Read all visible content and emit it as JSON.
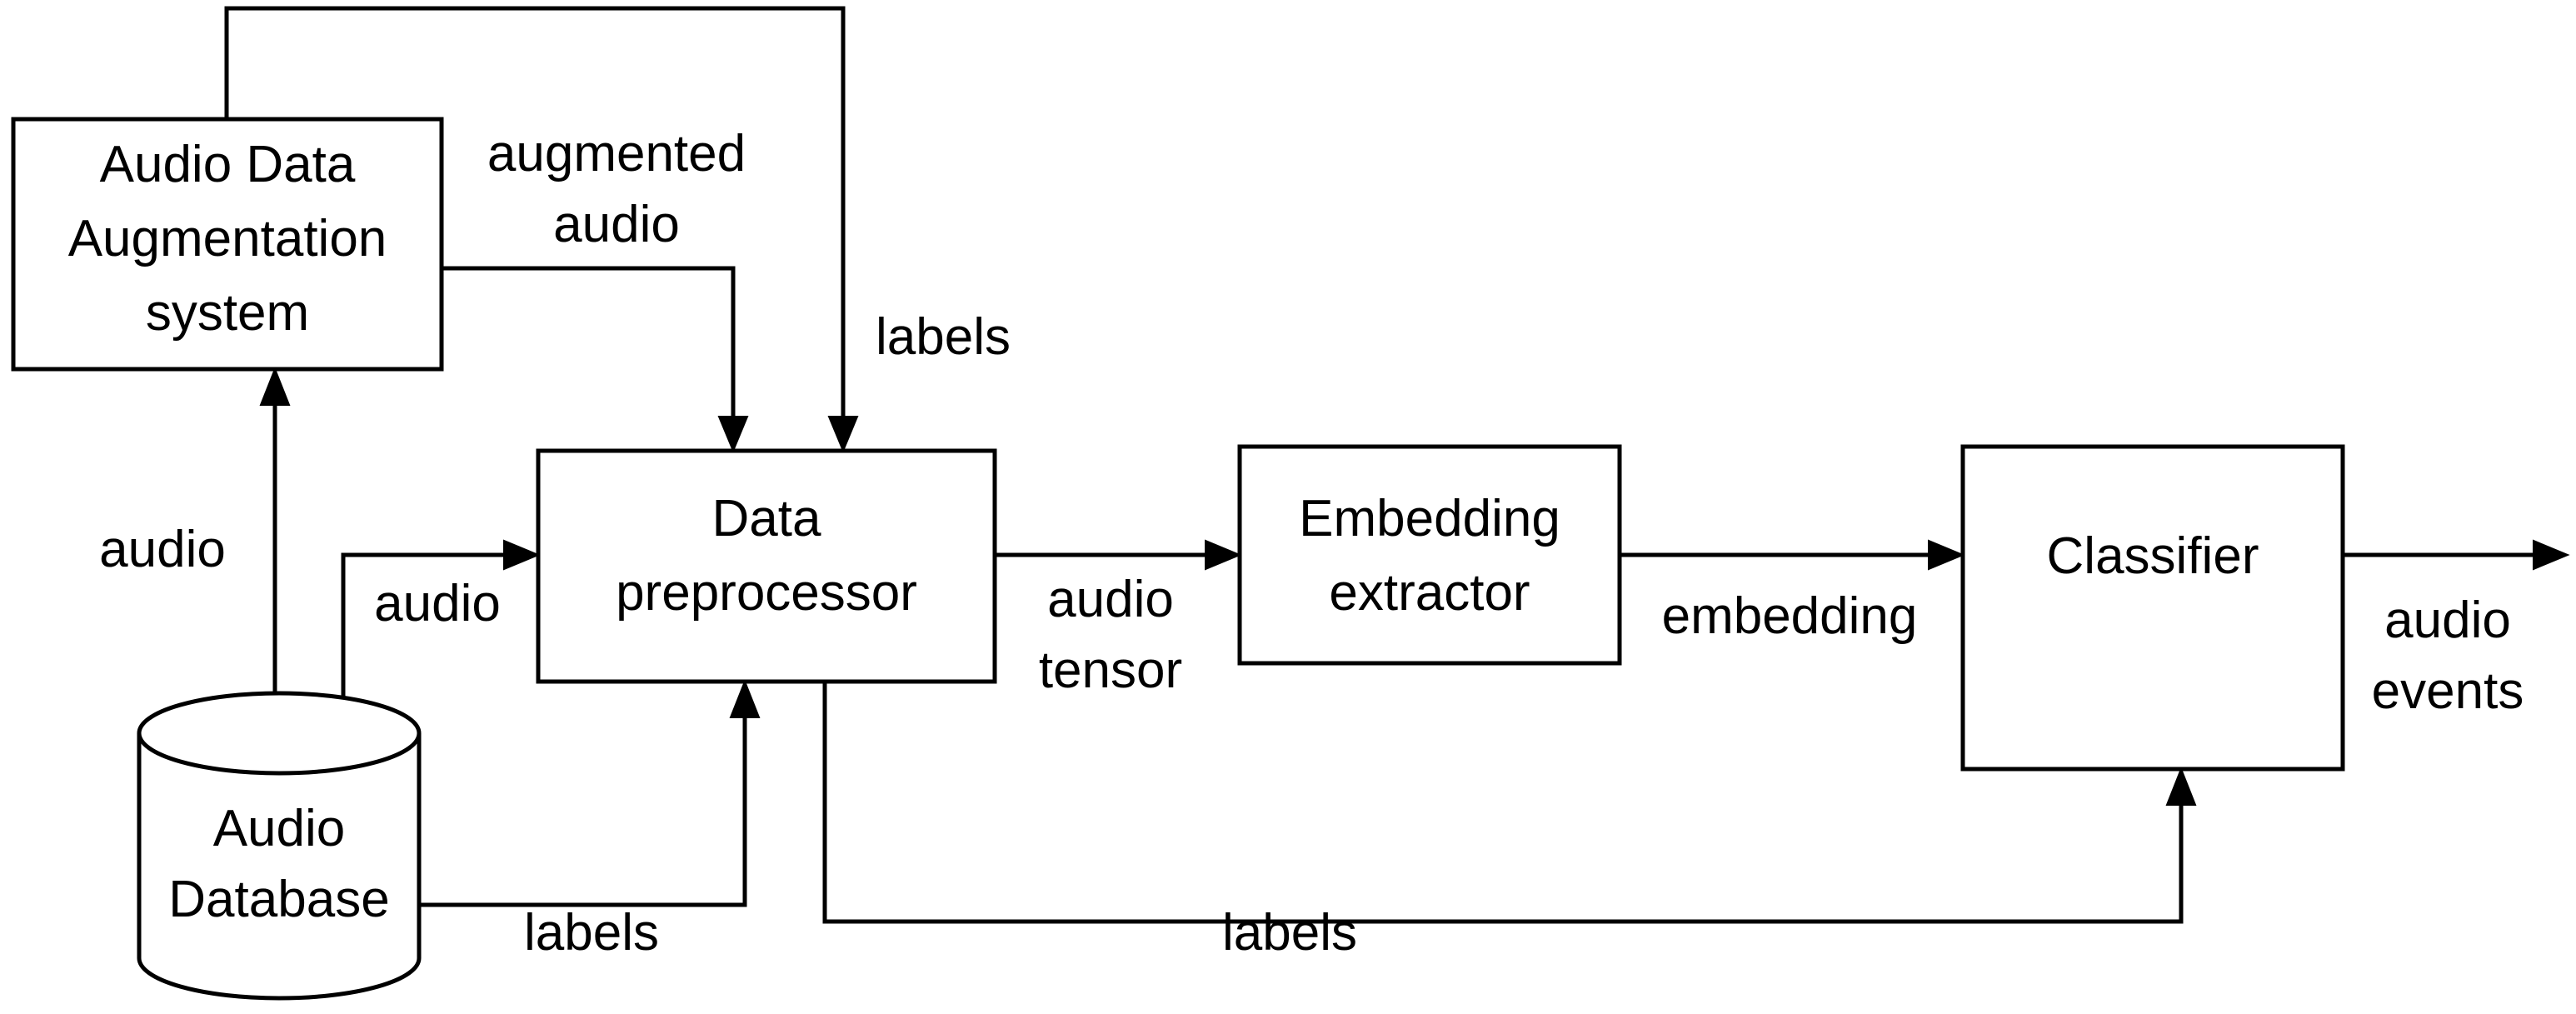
{
  "diagram": {
    "title": "Audio event classification pipeline with data augmentation",
    "background_color": "#ffffff",
    "stroke_color": "#000000",
    "nodes": [
      {
        "id": "augmentation",
        "shape": "rectangle",
        "lines": [
          "Audio Data",
          "Augmentation",
          "system"
        ]
      },
      {
        "id": "preprocessor",
        "shape": "rectangle",
        "lines": [
          "Data",
          "preprocessor"
        ]
      },
      {
        "id": "extractor",
        "shape": "rectangle",
        "lines": [
          "Embedding",
          "extractor"
        ]
      },
      {
        "id": "classifier",
        "shape": "rectangle",
        "lines": [
          "Classifier"
        ]
      },
      {
        "id": "database",
        "shape": "cylinder",
        "lines": [
          "Audio",
          "Database"
        ]
      }
    ],
    "edges": [
      {
        "id": "db-to-augmentation",
        "label": "audio",
        "from": "database",
        "to": "augmentation"
      },
      {
        "id": "augmentation-to-preprocessor",
        "label_lines": [
          "augmented",
          "audio"
        ],
        "from": "augmentation",
        "to": "preprocessor"
      },
      {
        "id": "augmentation-labels-to-preprocessor",
        "label": "labels",
        "from": "augmentation",
        "to": "preprocessor"
      },
      {
        "id": "db-audio-to-preprocessor",
        "label": "audio",
        "from": "database",
        "to": "preprocessor"
      },
      {
        "id": "db-labels-to-preprocessor",
        "label": "labels",
        "from": "database",
        "to": "preprocessor"
      },
      {
        "id": "preprocessor-to-extractor",
        "label_lines": [
          "audio",
          "tensor"
        ],
        "from": "preprocessor",
        "to": "extractor"
      },
      {
        "id": "extractor-to-classifier",
        "label": "embedding",
        "from": "extractor",
        "to": "classifier"
      },
      {
        "id": "preprocessor-labels-to-classifier",
        "label": "labels",
        "from": "preprocessor",
        "to": "classifier"
      },
      {
        "id": "classifier-output",
        "label_lines": [
          "audio",
          "events"
        ],
        "from": "classifier",
        "to": "output"
      }
    ]
  },
  "labels": {
    "augmentation_line1": "Audio Data",
    "augmentation_line2": "Augmentation",
    "augmentation_line3": "system",
    "preprocessor_line1": "Data",
    "preprocessor_line2": "preprocessor",
    "extractor_line1": "Embedding",
    "extractor_line2": "extractor",
    "classifier_line1": "Classifier",
    "database_line1": "Audio",
    "database_line2": "Database",
    "augmented_line1": "augmented",
    "augmented_line2": "audio",
    "labels_top": "labels",
    "audio_left": "audio",
    "audio_db": "audio",
    "audio_tensor_line1": "audio",
    "audio_tensor_line2": "tensor",
    "embedding": "embedding",
    "labels_bottom_left": "labels",
    "labels_bottom_right": "labels",
    "audio_events_line1": "audio",
    "audio_events_line2": "events"
  }
}
